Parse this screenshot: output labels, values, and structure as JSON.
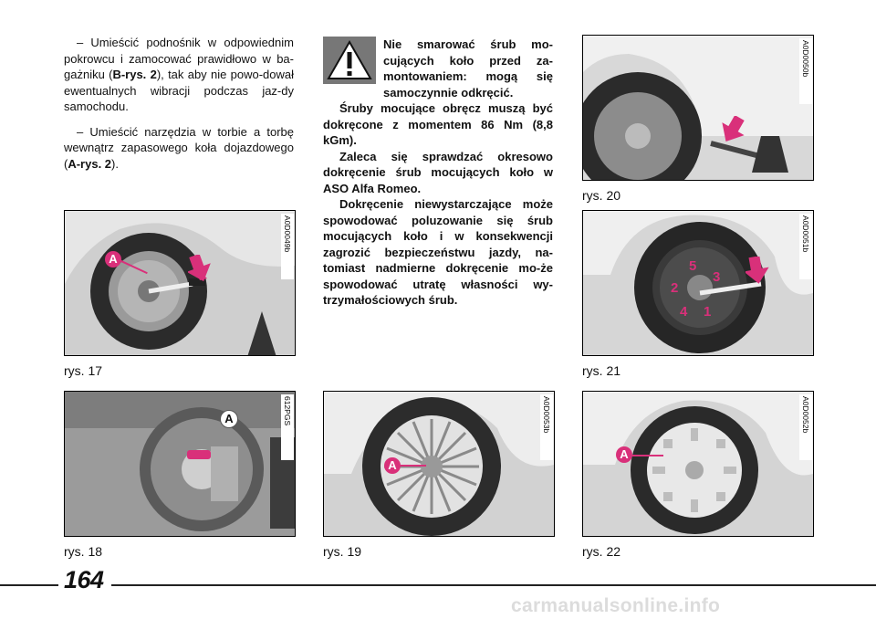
{
  "left_text": {
    "p1_before": "– Umieścić podnośnik w odpowiednim pokrowcu i zamocować prawidłowo w ba-gażniku (",
    "p1_ref": "B-rys. 2",
    "p1_after": "), tak aby nie powo-dował ewentualnych wibracji podczas jaz-dy samochodu.",
    "p2_before": "– Umieścić narzędzia w torbie a torbę wewnątrz zapasowego koła dojazdowego (",
    "p2_ref": "A-rys. 2",
    "p2_after": ")."
  },
  "warning": {
    "icon": "warning-triangle-icon",
    "p1": "Nie smarować śrub mo-cujących koło przed za-montowaniem: mogą się samoczynnie odkręcić.",
    "p2": "Śruby mocujące obręcz muszą być dokręcone z momentem 86 Nm (8,8 kGm).",
    "p3": "Zaleca się sprawdzać okresowo dokręcenie śrub mocujących koło w ASO Alfa Romeo.",
    "p4": "Dokręcenie niewystarczające może spowodować poluzowanie się śrub mocujących koło i w konsekwencji zagrozić bezpieczeństwu jazdy, na-tomiast nadmierne dokręcenie mo-że spowodować utratę własności wy-trzymałościowych śrub."
  },
  "figures": {
    "rys17": {
      "caption": "rys. 17",
      "code": "A0D0049b",
      "label": "A"
    },
    "rys18": {
      "caption": "rys. 18",
      "code": "612PGS",
      "label": "A"
    },
    "rys19": {
      "caption": "rys. 19",
      "code": "A0D0053b",
      "label": "A"
    },
    "rys20": {
      "caption": "rys. 20",
      "code": "A0D0050b"
    },
    "rys21": {
      "caption": "rys. 21",
      "code": "A0D0051b",
      "bolt_numbers": [
        "5",
        "3",
        "2",
        "4",
        "1"
      ]
    },
    "rys22": {
      "caption": "rys. 22",
      "code": "A0D0052b",
      "label": "A"
    }
  },
  "page_number": "164",
  "footer": "carmanualsonline.info",
  "colors": {
    "marker": "#d9307a",
    "photo_bg": "#c9c9c9"
  }
}
